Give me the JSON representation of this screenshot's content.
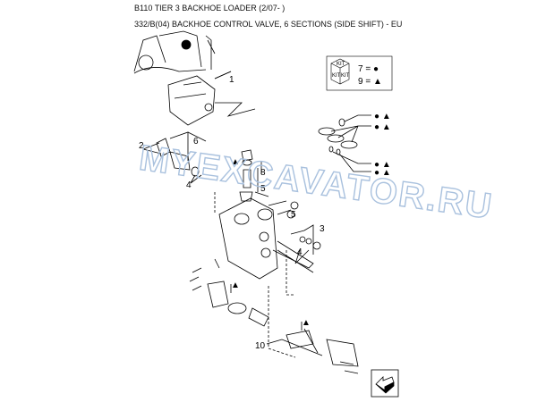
{
  "header": {
    "title": "B110 TIER 3 BACKHOE LOADER (2/07- )",
    "subtitle": "332/B(04) BACKHOE CONTROL VALVE, 6 SECTIONS (SIDE SHIFT) - EU"
  },
  "kit_legend": {
    "kit_label": "KIT",
    "item_circle": "7 = ●",
    "item_triangle": "9 = ▲"
  },
  "kit_markers": {
    "marker": "● ▲",
    "triangle": "▲"
  },
  "callouts": {
    "c1": "1",
    "c2": "2",
    "c6": "6",
    "c8": "8",
    "c4a": "4",
    "c5a": "5",
    "c5b": "5",
    "c3": "3",
    "c4b": "4",
    "c10": "10"
  },
  "watermark": "MYEXCAVATOR.RU",
  "icons": {
    "nav": "next-page-arrow-icon"
  }
}
